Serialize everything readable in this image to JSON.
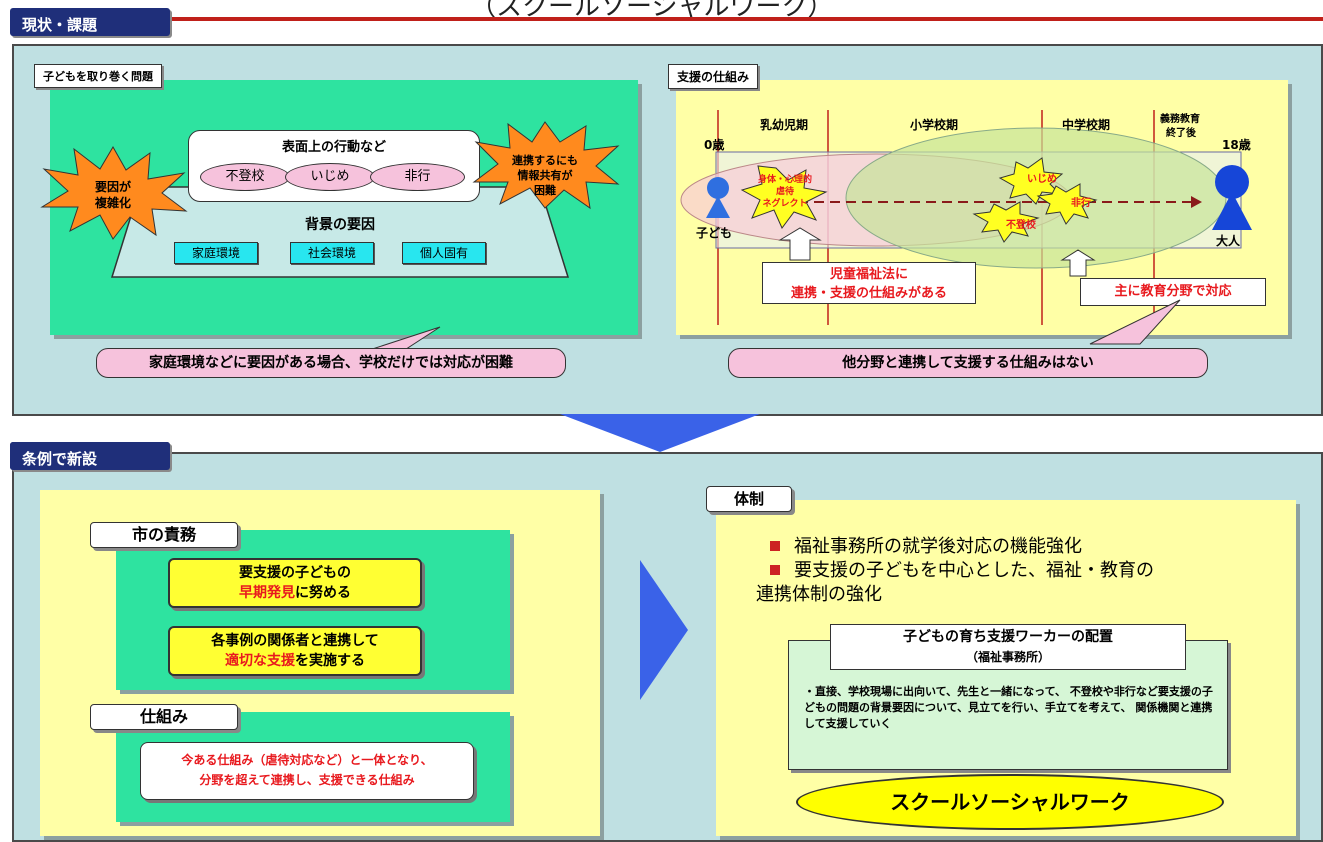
{
  "title_partial": "（スクールソーシャルワーク）",
  "sections": {
    "current": "現状・課題",
    "new": "条例で新設"
  },
  "left_top": {
    "label": "子どもを取り巻く問題",
    "surface_title": "表面上の行動など",
    "ovals": [
      "不登校",
      "いじめ",
      "非行"
    ],
    "background_title": "背景の要因",
    "factors": [
      "家庭環境",
      "社会環境",
      "個人固有"
    ],
    "star_left": [
      "要因が",
      "複雑化"
    ],
    "star_right": [
      "連携するにも",
      "情報共有が",
      "困難"
    ],
    "callout": "家庭環境などに要因がある場合、学校だけでは対応が困難"
  },
  "right_top": {
    "label": "支援の仕組み",
    "periods": [
      "乳幼児期",
      "小学校期",
      "中学校期"
    ],
    "compulsory_end": [
      "義務教育",
      "終了後"
    ],
    "age0": "0歳",
    "age18": "18歳",
    "child": "子ども",
    "adult": "大人",
    "star_abuse": [
      "身体・心理的",
      "虐待",
      "ネグレクト"
    ],
    "star_ijime": "いじめ",
    "star_hiko": "非行",
    "star_futoko": "不登校",
    "welfare_box_line1": "児童福祉法に",
    "welfare_box_line2": "連携・支援の仕組みがある",
    "education_box": "主に教育分野で対応",
    "callout": "他分野と連携して支援する仕組みはない"
  },
  "left_bottom": {
    "duty_label": "市の責務",
    "duty1_line1": "要支援の子どもの",
    "duty1_red": "早期発見",
    "duty1_rest": "に努める",
    "duty2_line1": "各事例の関係者と連携して",
    "duty2_red": "適切な支援",
    "duty2_rest": "を実施する",
    "mech_label": "仕組み",
    "mech_line1": "今ある仕組み（虐待対応など）と一体となり、",
    "mech_line2": "分野を超えて連携し、支援できる仕組み"
  },
  "right_bottom": {
    "label": "体制",
    "bullet1": "福祉事務所の就学後対応の機能強化",
    "bullet2_line1": "要支援の子どもを中心とした、福祉・教育の",
    "bullet2_line2": "連携体制の強化",
    "worker_title": "子どもの育ち支援ワーカーの配置",
    "worker_sub": "（福祉事務所）",
    "worker_desc": "・直接、学校現場に出向いて、先生と一緒になって、 不登校や非行など要支援の子どもの問題の背景要因について、見立てを行い、手立てを考えて、 関係機関と連携して支援していく",
    "ssw": "スクールソーシャルワーク"
  },
  "colors": {
    "header_navy": "#1f2f7a",
    "panel_bg": "#bfe0e2",
    "green": "#2ee3a0",
    "yellow_panel": "#ffffa6",
    "arrow_blue": "#3a62e8",
    "red_text": "#e8191e"
  }
}
